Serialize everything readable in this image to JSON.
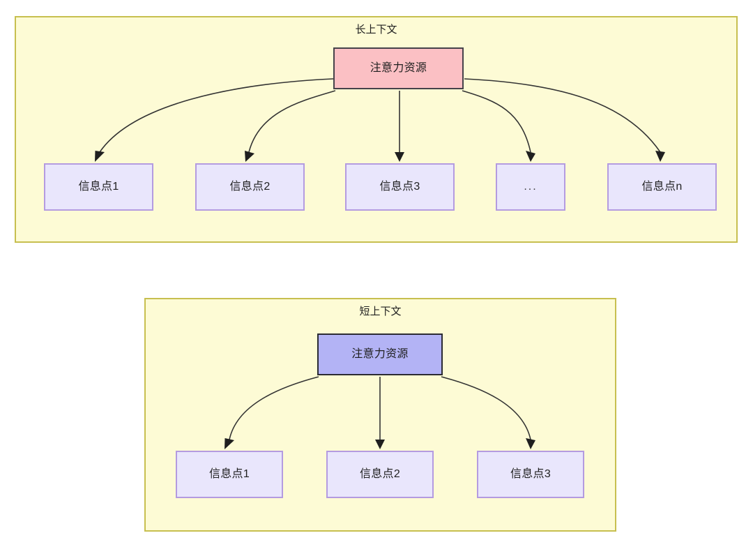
{
  "diagram": {
    "type": "flow-diagram",
    "background_color": "#ffffff",
    "groups": [
      {
        "id": "long-context",
        "title": "长上下文",
        "fill_color": "#fdfbd5",
        "border_color": "#c7bf4f",
        "source_node": {
          "label": "注意力资源",
          "fill_color": "#fbc0c4",
          "border_color": "#46424a"
        },
        "target_nodes": [
          {
            "label": "信息点1",
            "fill_color": "#e9e6fc",
            "border_color": "#b49be0"
          },
          {
            "label": "信息点2",
            "fill_color": "#e9e6fc",
            "border_color": "#b49be0"
          },
          {
            "label": "信息点3",
            "fill_color": "#e9e6fc",
            "border_color": "#b49be0"
          },
          {
            "label": "...",
            "fill_color": "#e9e6fc",
            "border_color": "#b49be0"
          },
          {
            "label": "信息点n",
            "fill_color": "#e9e6fc",
            "border_color": "#b49be0"
          }
        ],
        "edge_count": 5
      },
      {
        "id": "short-context",
        "title": "短上下文",
        "fill_color": "#fdfbd5",
        "border_color": "#c7bf4f",
        "source_node": {
          "label": "注意力资源",
          "fill_color": "#b3b3f5",
          "border_color": "#2b2b33"
        },
        "target_nodes": [
          {
            "label": "信息点1",
            "fill_color": "#e9e6fc",
            "border_color": "#b49be0"
          },
          {
            "label": "信息点2",
            "fill_color": "#e9e6fc",
            "border_color": "#b49be0"
          },
          {
            "label": "信息点3",
            "fill_color": "#e9e6fc",
            "border_color": "#b49be0"
          }
        ],
        "edge_count": 3
      }
    ],
    "edge_style": {
      "stroke_color": "#333333",
      "arrow_color": "#1f1f1f",
      "shape": "curved"
    }
  }
}
